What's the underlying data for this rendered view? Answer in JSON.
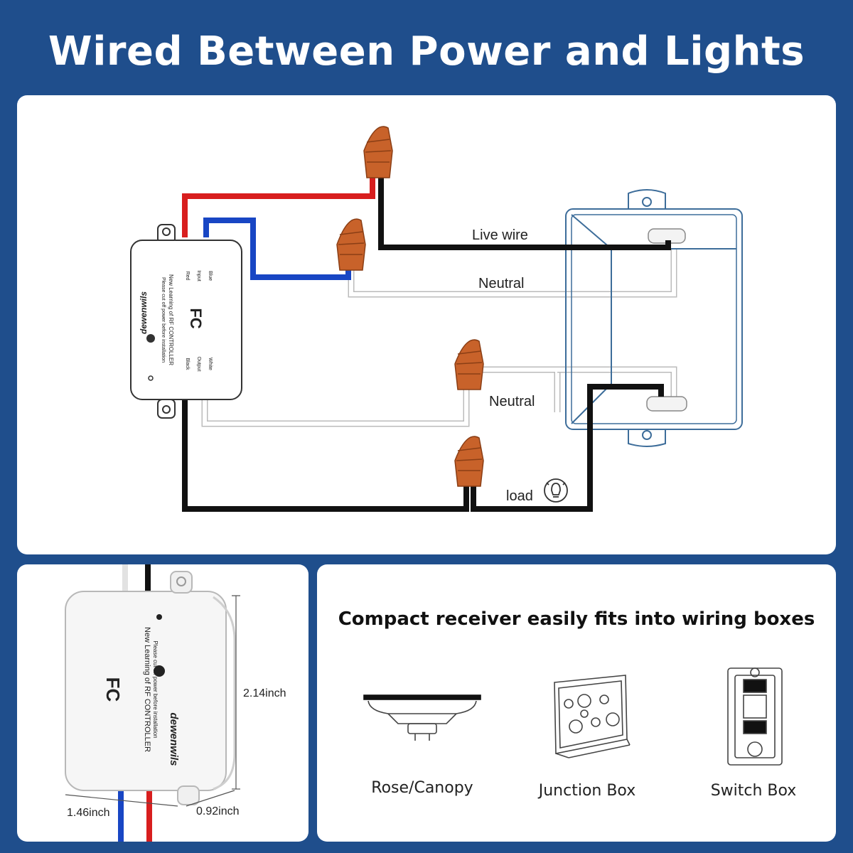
{
  "title": "Wired Between Power and Lights",
  "colors": {
    "background": "#1f4e8c",
    "panel": "#ffffff",
    "hot_wire_red": "#d81e1e",
    "neutral_wire_blue": "#1846c4",
    "live_wire_black": "#111111",
    "neutral_wire_white": "#e6e6e6",
    "wire_nut": "#c8622a",
    "box_outline": "#3d6d9a"
  },
  "wiring_diagram": {
    "labels": {
      "live_wire": "Live wire",
      "neutral_top": "Neutral",
      "neutral_bottom": "Neutral",
      "load": "load"
    },
    "device": {
      "brand": "dewenwils",
      "fcc_mark": "FC",
      "product_line_1": "New Learning of RF CONTROLLER",
      "product_line_2": "Please cut off power before installation",
      "terminal_red": "Red",
      "terminal_black": "Black",
      "terminal_blue": "Blue",
      "terminal_white": "White",
      "terminal_input": "Input",
      "terminal_output": "Output"
    },
    "icons": [
      "wire-nut-icon",
      "light-bulb-icon",
      "junction-box-icon"
    ]
  },
  "size_panel": {
    "height": "2.14inch",
    "width": "1.46inch",
    "depth": "0.92inch",
    "device_brand": "dewenwils",
    "device_fcc_mark": "FC",
    "device_line_1": "New Learning of RF CONTROLLER",
    "device_line_2": "Please cut off power before installation"
  },
  "boxes_panel": {
    "headline": "Compact receiver easily fits into wiring boxes",
    "items": [
      {
        "label": "Rose/Canopy",
        "icon": "ceiling-canopy-icon"
      },
      {
        "label": "Junction Box",
        "icon": "junction-box-icon"
      },
      {
        "label": "Switch Box",
        "icon": "switch-box-icon"
      }
    ]
  }
}
